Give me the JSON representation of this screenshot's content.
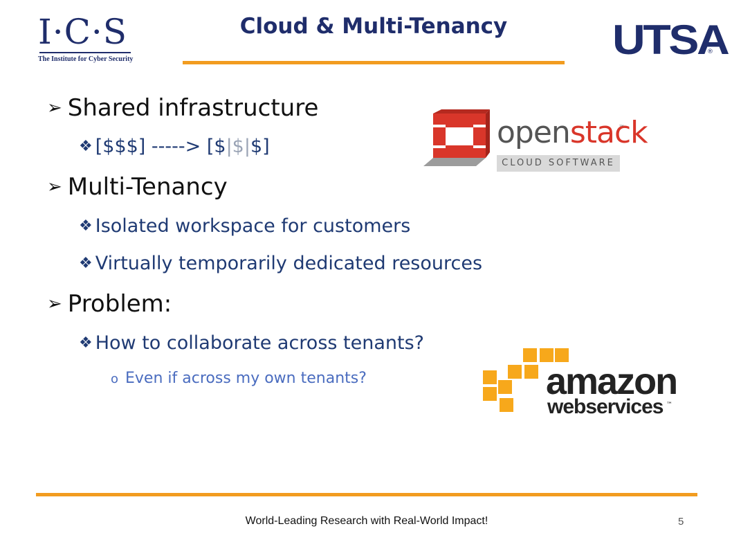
{
  "header": {
    "ics_logo_text": "I·C·S",
    "ics_logo_subtitle": "The Institute for Cyber Security",
    "title": "Cloud & Multi-Tenancy",
    "utsa_logo_text": "UTSA",
    "utsa_reg": "®"
  },
  "bullets": {
    "b1": "Shared infrastructure",
    "b1_sub1": {
      "prefix": "[$$$] -----> [$",
      "sep1": "|$|",
      "end": "$]"
    },
    "b2": "Multi-Tenancy",
    "b2_sub1": "Isolated workspace for customers",
    "b2_sub2": "Virtually temporarily dedicated resources",
    "b3": "Problem:",
    "b3_sub1": "How to collaborate across tenants?",
    "b3_sub1_sub1": "Even if across my own tenants?"
  },
  "markers": {
    "level1": "➢",
    "level2": "❖",
    "level3": "o"
  },
  "openstack": {
    "open": "open",
    "stack": "stack",
    "tm": "™",
    "subtitle": "CLOUD SOFTWARE"
  },
  "aws": {
    "amazon": "amazon",
    "webservices": "webservices",
    "tm": "™"
  },
  "footer": {
    "tagline": "World-Leading Research with Real-World Impact!",
    "page_number": "5"
  },
  "colors": {
    "accent_orange": "#f29c1f",
    "navy": "#1f2d6b",
    "openstack_red": "#d9362a",
    "aws_orange": "#f7a81b"
  }
}
